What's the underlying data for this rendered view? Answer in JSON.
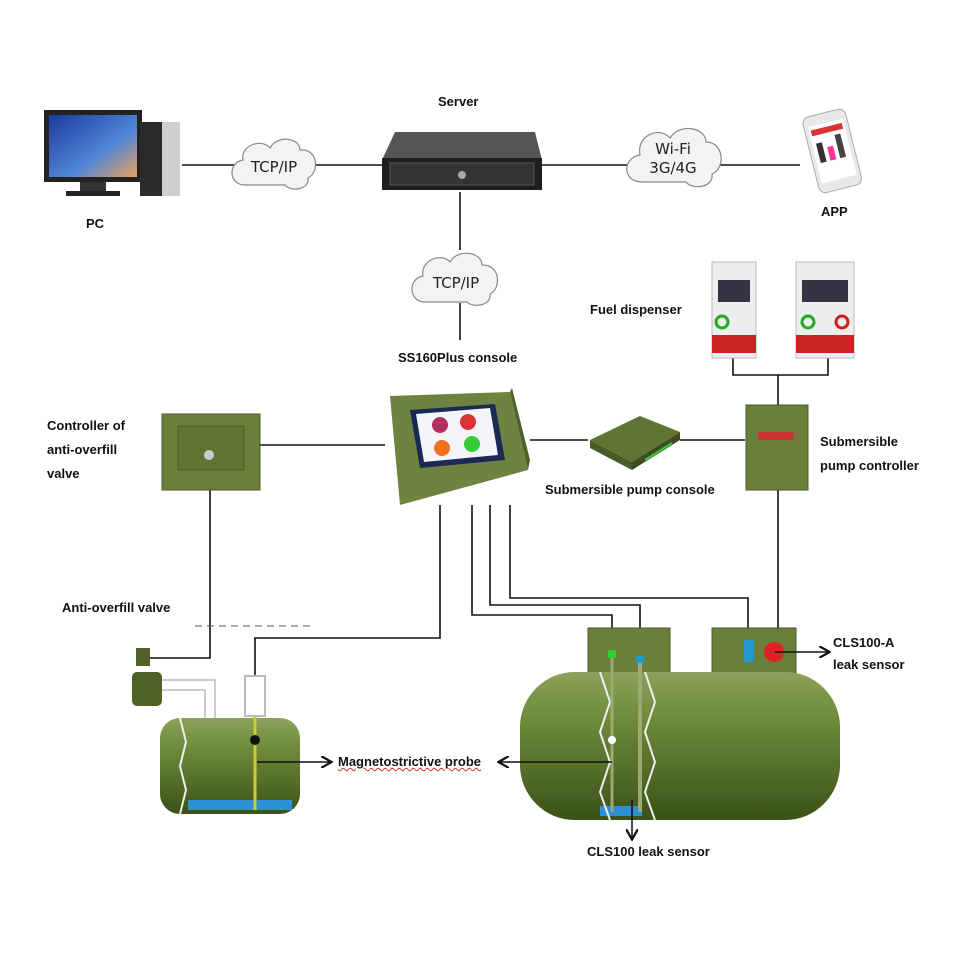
{
  "labels": {
    "server": "Server",
    "pc": "PC",
    "app": "APP",
    "console": "SS160Plus console",
    "fuel_dispenser": "Fuel dispenser",
    "controller_valve": [
      "Controller of",
      "anti-overfill",
      "valve"
    ],
    "pump_console": "Submersible pump console",
    "pump_controller": [
      "Submersible",
      "pump controller"
    ],
    "valve": "Anti-overfill valve",
    "cls100a": [
      "CLS100-A",
      "leak sensor"
    ],
    "probe": "Magnetostrictive probe",
    "cls100": "CLS100 leak sensor"
  },
  "clouds": {
    "left": "TCP/IP",
    "wifi": [
      "Wi-Fi",
      "3G/4G"
    ],
    "center": "TCP/IP"
  },
  "colors": {
    "tank": "#5d7a2e",
    "device": "#6b7f3a",
    "line": "#111111",
    "water": "#2d8fd5"
  }
}
